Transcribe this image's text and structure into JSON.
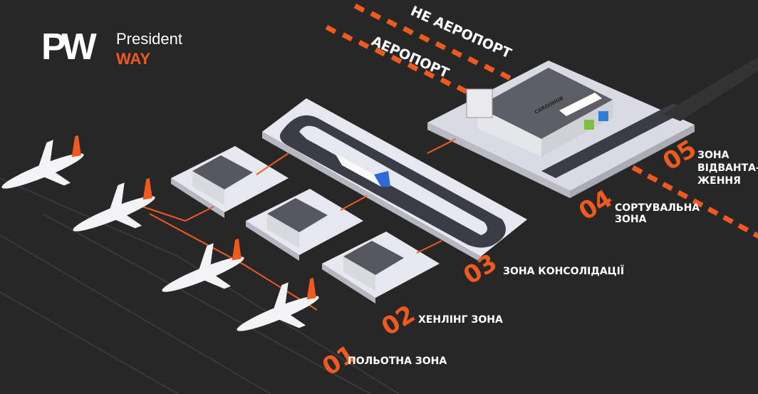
{
  "logo": {
    "mark": "PW",
    "name": "President",
    "accent": "WAY"
  },
  "labels": {
    "not_airport": "НЕ АЕРОПОРТ",
    "airport": "АЕРОПОРТ",
    "cargohub": "CARGOHUB"
  },
  "zones": [
    {
      "number": "01",
      "name": "ПОЛЬОТНА ЗОНА"
    },
    {
      "number": "02",
      "name": "ХЕНЛІНГ ЗОНА"
    },
    {
      "number": "03",
      "name": "ЗОНА КОНСОЛІДАЦІЇ"
    },
    {
      "number": "04",
      "name_line1": "СОРТУВАЛЬНА",
      "name_line2": "ЗОНА"
    },
    {
      "number": "05",
      "name_line1": "ЗОНА",
      "name_line2": "ВІДВАНТА-",
      "name_line3": "ЖЕННЯ"
    }
  ],
  "colors": {
    "accent": "#f05a1e",
    "background": "#272727",
    "platform": "#eceef5"
  }
}
